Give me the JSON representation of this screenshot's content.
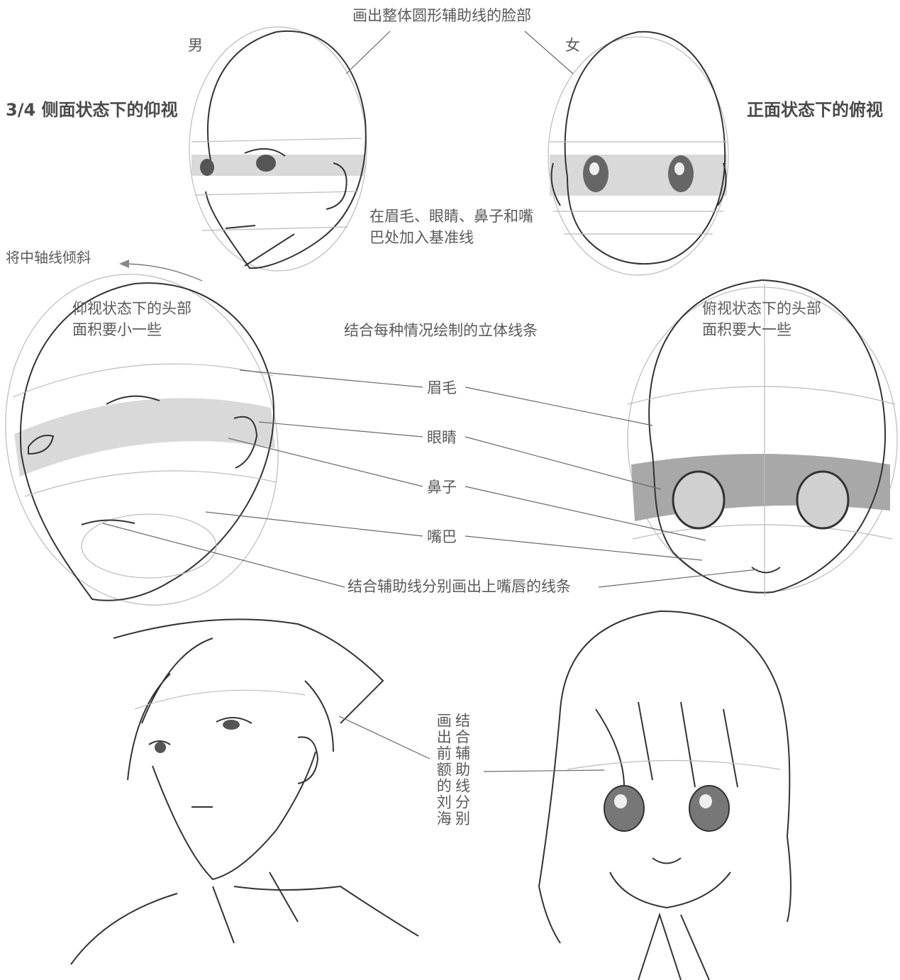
{
  "top_label": "画出整体圆形辅助线的脸部",
  "male": "男",
  "female": "女",
  "title_left": "3/4 侧面状态下的仰视",
  "title_right": "正面状态下的俯视",
  "guide_note": "在眉毛、眼睛、鼻子和嘴巴处加入基准线",
  "tilt_note": "将中轴线倾斜",
  "left_head_note": "仰视状态下的头部面积要小一些",
  "center_note": "结合每种情况绘制的立体线条",
  "right_head_note": "俯视状态下的头部面积要大一些",
  "features": [
    "眉毛",
    "眼睛",
    "鼻子",
    "嘴巴"
  ],
  "lip_note": "结合辅助线分别画出上嘴唇的线条",
  "bangs_note": "结合辅助线分别画出前额的刘海"
}
